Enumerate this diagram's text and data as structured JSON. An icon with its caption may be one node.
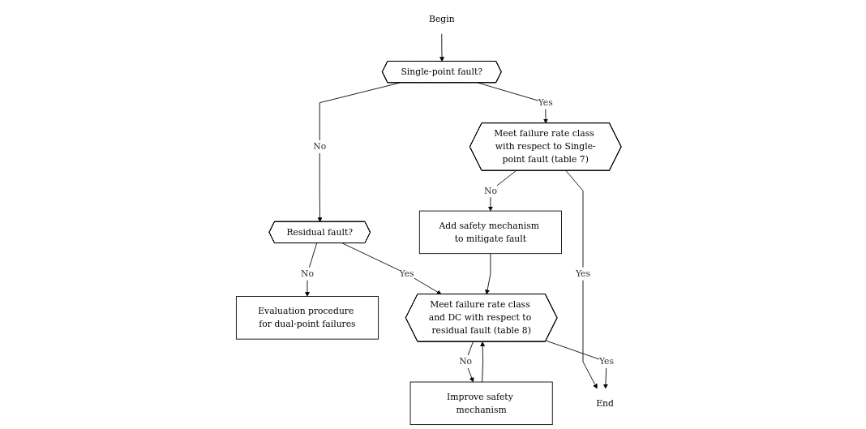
{
  "diagram": {
    "nodes": [
      {
        "text": [
          "Begin"
        ]
      },
      {
        "text": [
          "Single-point fault?"
        ]
      },
      {
        "text": [
          "Residual fault?"
        ]
      },
      {
        "text": [
          "Evaluation procedure for dual-point failures"
        ]
      },
      {
        "text": [
          "Meet failure rate class with respect to Single-point fault (table 7)"
        ]
      },
      {
        "text": [
          "Add safety mechanism to mitigate fault"
        ]
      },
      {
        "text": [
          "Meet failure rate class and DC with respect to residual fault (table 8)"
        ]
      },
      {
        "text": [
          "Improve safety mechanism"
        ]
      },
      {
        "text": [
          "End"
        ]
      }
    ],
    "edges": [
      {
        "from": 0,
        "to": 1,
        "arrow": "to"
      },
      {
        "from": 1,
        "to": 2,
        "arrow": "to",
        "label": "No"
      },
      {
        "from": 1,
        "to": 4,
        "arrow": "to",
        "label": "Yes"
      },
      {
        "from": 2,
        "to": 3,
        "arrow": "to",
        "label": "No"
      },
      {
        "from": 2,
        "to": 6,
        "arrow": "to",
        "label": "Yes"
      },
      {
        "from": 4,
        "to": 5,
        "arrow": "to",
        "label": "No"
      },
      {
        "from": 5,
        "to": 6,
        "arrow": "to"
      },
      {
        "from": 6,
        "to": 7,
        "arrow": "to",
        "label": "No"
      },
      {
        "from": 7,
        "to": 6,
        "arrow": "to"
      },
      {
        "from": 4,
        "to": 8,
        "arrow": "to",
        "label": "Yes"
      },
      {
        "from": 6,
        "to": 8,
        "arrow": "to",
        "label": "Yes"
      }
    ]
  }
}
